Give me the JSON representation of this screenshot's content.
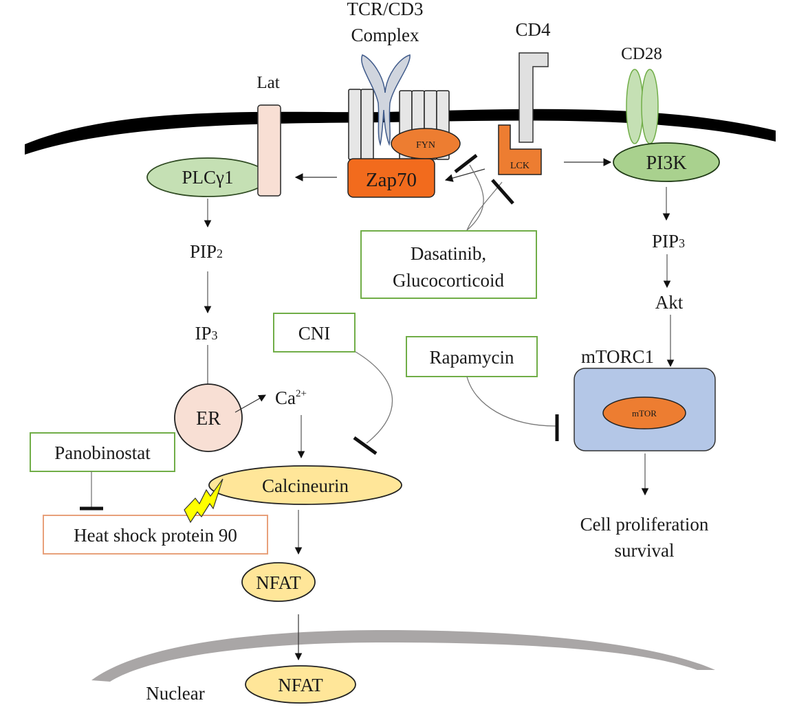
{
  "title": "T-cell receptor signaling pathway and drug targets",
  "colors": {
    "membrane": "#000000",
    "nuclear_membrane": "#a9a6a6",
    "kinase_orange": "#ed7d31",
    "zap70_orange": "#f26b1d",
    "green_node": "#c5e0b4",
    "green_border": "#375623",
    "drug_box_border": "#70ad47",
    "hsp_box_border": "#e8a07a",
    "yellow_node": "#ffe699",
    "pink_node": "#f8dfd4",
    "mtorc1_blue": "#b4c7e7",
    "cd3_gray": "#e6e6e6",
    "tcr_blue_gray": "#d0d5de",
    "lightning_yellow": "#ffff00"
  },
  "labels": {
    "tcr_cd3_line1": "TCR/CD3",
    "tcr_cd3_line2": "Complex",
    "cd4": "CD4",
    "cd28": "CD28",
    "lat": "Lat",
    "fyn": "FYN",
    "zap70": "Zap70",
    "lck": "LCK",
    "pi3k": "PI3K",
    "plcg1": "PLCγ1",
    "pip2_base": "PIP",
    "pip2_sub": "2",
    "ip3_base": "IP",
    "ip3_sub": "3",
    "pip3_base": "PIP",
    "pip3_sub": "3",
    "akt": "Akt",
    "er": "ER",
    "ca_base": "Ca",
    "ca_sup": "2+",
    "mtorc1": "mTORC1",
    "mtor": "mTOR",
    "calcineurin": "Calcineurin",
    "nfat_cyto": "NFAT",
    "nfat_nuclear": "NFAT",
    "nuclear": "Nuclear",
    "outcome_line1": "Cell proliferation",
    "outcome_line2": "survival"
  },
  "drugs": {
    "dasatinib_line1": "Dasatinib,",
    "dasatinib_line2": "Glucocorticoid",
    "cni": "CNI",
    "rapamycin": "Rapamycin",
    "panobinostat": "Panobinostat",
    "hsp90": "Heat shock protein 90"
  },
  "edges": [
    {
      "from": "Zap70",
      "to": "Lat",
      "type": "activation"
    },
    {
      "from": "LCK",
      "to": "Zap70",
      "type": "activation"
    },
    {
      "from": "LCK",
      "to": "PI3K",
      "type": "activation"
    },
    {
      "from": "PLCγ1",
      "to": "PIP2",
      "type": "activation"
    },
    {
      "from": "PIP2",
      "to": "IP3",
      "type": "activation"
    },
    {
      "from": "IP3",
      "to": "ER",
      "type": "activation"
    },
    {
      "from": "ER",
      "to": "Ca2+",
      "type": "activation"
    },
    {
      "from": "Ca2+",
      "to": "Calcineurin",
      "type": "activation"
    },
    {
      "from": "Calcineurin",
      "to": "NFAT",
      "type": "activation"
    },
    {
      "from": "NFAT",
      "to": "NFAT (nuclear)",
      "type": "activation"
    },
    {
      "from": "PI3K",
      "to": "PIP3",
      "type": "activation"
    },
    {
      "from": "PIP3",
      "to": "Akt",
      "type": "activation"
    },
    {
      "from": "Akt",
      "to": "mTORC1",
      "type": "activation"
    },
    {
      "from": "mTORC1",
      "to": "Cell proliferation survival",
      "type": "activation"
    },
    {
      "from": "Dasatinib, Glucocorticoid",
      "to": "Zap70 activation",
      "type": "inhibition"
    },
    {
      "from": "Dasatinib, Glucocorticoid",
      "to": "LCK",
      "type": "inhibition"
    },
    {
      "from": "CNI",
      "to": "Calcineurin",
      "type": "inhibition"
    },
    {
      "from": "Rapamycin",
      "to": "mTORC1",
      "type": "inhibition"
    },
    {
      "from": "Panobinostat",
      "to": "Heat shock protein 90",
      "type": "inhibition"
    },
    {
      "from": "Heat shock protein 90",
      "to": "Calcineurin",
      "type": "interaction"
    }
  ]
}
